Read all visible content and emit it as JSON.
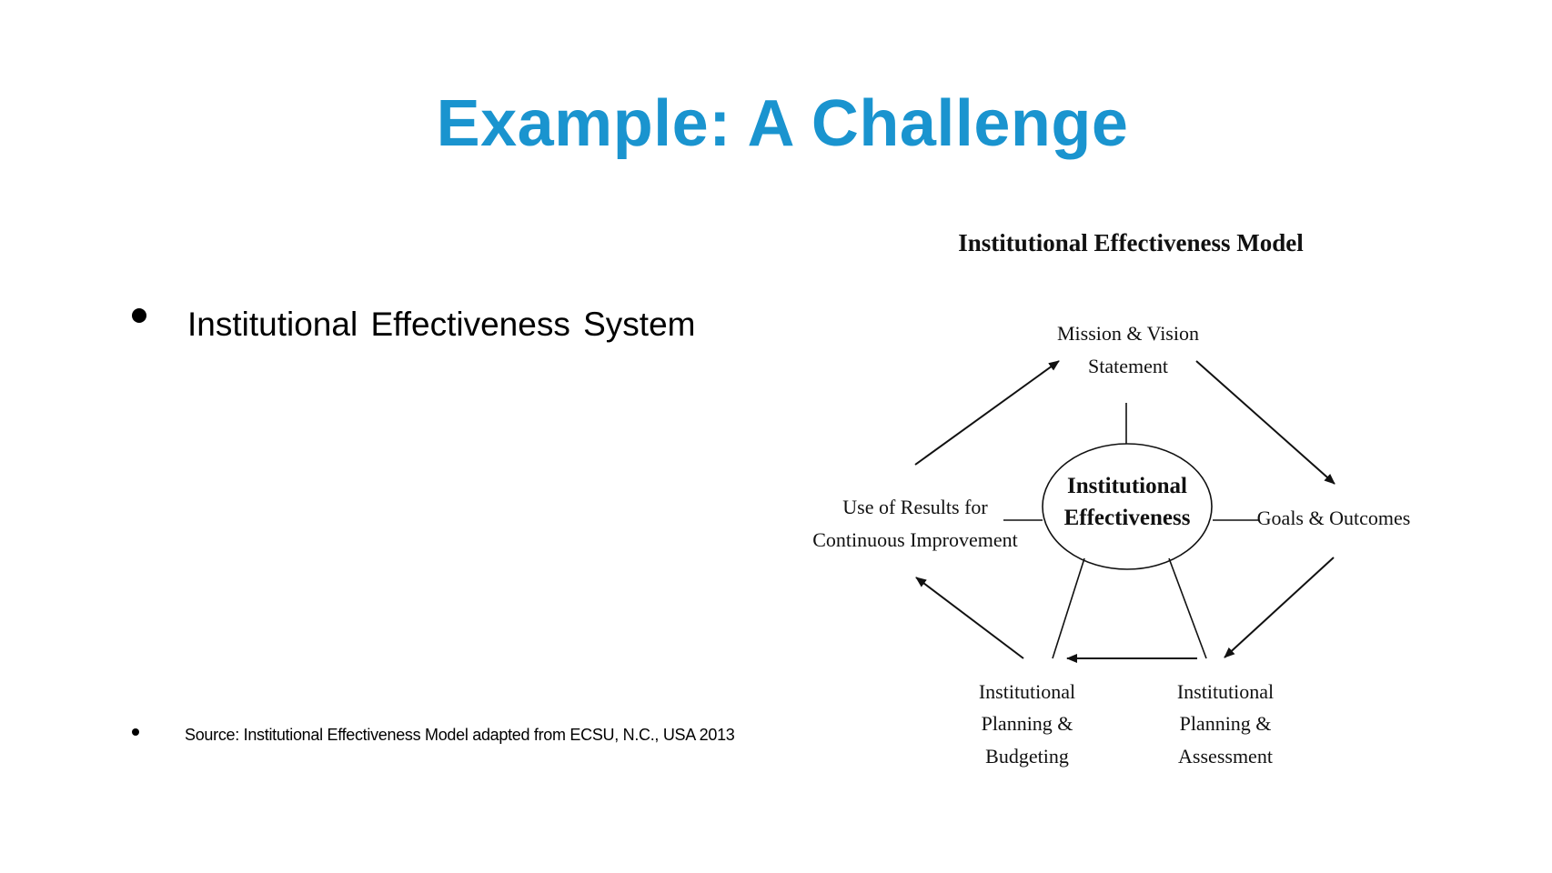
{
  "slide": {
    "title": "Example: A Challenge",
    "title_color": "#1a94cf",
    "bullets": [
      {
        "text": "Institutional Effectiveness System"
      },
      {
        "text": "Source: Institutional Effectiveness Model adapted from ECSU, N.C., USA 2013"
      }
    ]
  },
  "diagram": {
    "title": "Institutional Effectiveness Model",
    "center": {
      "line1": "Institutional",
      "line2": "Effectiveness"
    },
    "nodes": {
      "mission": {
        "line1": "Mission & Vision",
        "line2": "Statement"
      },
      "goals": {
        "line1": "Goals & Outcomes"
      },
      "assessment": {
        "line1": "Institutional",
        "line2": "Planning &",
        "line3": "Assessment"
      },
      "budgeting": {
        "line1": "Institutional",
        "line2": "Planning &",
        "line3": "Budgeting"
      },
      "results": {
        "line1": "Use of Results for",
        "line2": "Continuous Improvement"
      }
    }
  }
}
